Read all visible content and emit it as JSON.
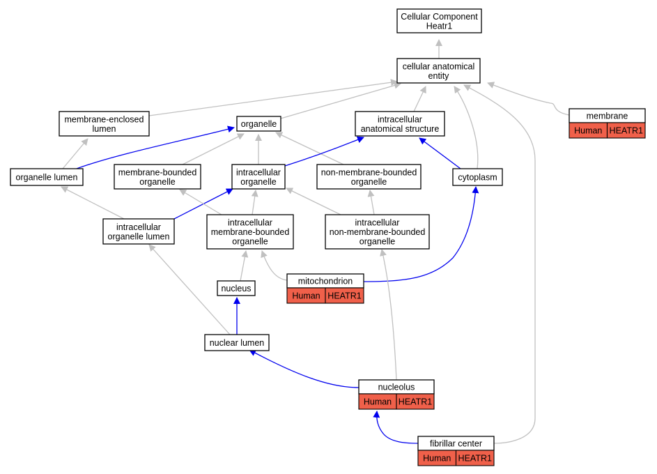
{
  "colors": {
    "gray_edge": "#c0c0c0",
    "blue_edge": "#0000ee",
    "annotation_fill": "#f0604a"
  },
  "nodes": {
    "root": {
      "lines": [
        "Cellular Component",
        "Heatr1"
      ]
    },
    "cellular_anatomical_entity": {
      "lines": [
        "cellular anatomical",
        "entity"
      ]
    },
    "membrane": {
      "lines": [
        "membrane"
      ],
      "annotation": [
        "Human",
        "HEATR1"
      ]
    },
    "membrane_enclosed_lumen": {
      "lines": [
        "membrane-enclosed",
        "lumen"
      ]
    },
    "organelle": {
      "lines": [
        "organelle"
      ]
    },
    "intracellular_anatomical_structure": {
      "lines": [
        "intracellular",
        "anatomical structure"
      ]
    },
    "organelle_lumen": {
      "lines": [
        "organelle lumen"
      ]
    },
    "membrane_bounded_organelle": {
      "lines": [
        "membrane-bounded",
        "organelle"
      ]
    },
    "intracellular_organelle": {
      "lines": [
        "intracellular",
        "organelle"
      ]
    },
    "non_membrane_bounded_organelle": {
      "lines": [
        "non-membrane-bounded",
        "organelle"
      ]
    },
    "cytoplasm": {
      "lines": [
        "cytoplasm"
      ]
    },
    "intracellular_organelle_lumen": {
      "lines": [
        "intracellular",
        "organelle lumen"
      ]
    },
    "intracellular_membrane_bounded_organelle": {
      "lines": [
        "intracellular",
        "membrane-bounded",
        "organelle"
      ]
    },
    "intracellular_non_membrane_bounded_organelle": {
      "lines": [
        "intracellular",
        "non-membrane-bounded",
        "organelle"
      ]
    },
    "mitochondrion": {
      "lines": [
        "mitochondrion"
      ],
      "annotation": [
        "Human",
        "HEATR1"
      ]
    },
    "nucleus": {
      "lines": [
        "nucleus"
      ]
    },
    "nuclear_lumen": {
      "lines": [
        "nuclear lumen"
      ]
    },
    "nucleolus": {
      "lines": [
        "nucleolus"
      ],
      "annotation": [
        "Human",
        "HEATR1"
      ]
    },
    "fibrillar_center": {
      "lines": [
        "fibrillar center"
      ],
      "annotation": [
        "Human",
        "HEATR1"
      ]
    }
  },
  "edges": [
    {
      "from": "cellular_anatomical_entity",
      "to": "root",
      "color": "gray"
    },
    {
      "from": "membrane",
      "to": "cellular_anatomical_entity",
      "color": "gray"
    },
    {
      "from": "membrane_enclosed_lumen",
      "to": "cellular_anatomical_entity",
      "color": "gray"
    },
    {
      "from": "organelle",
      "to": "cellular_anatomical_entity",
      "color": "gray"
    },
    {
      "from": "intracellular_anatomical_structure",
      "to": "cellular_anatomical_entity",
      "color": "gray"
    },
    {
      "from": "cytoplasm",
      "to": "cellular_anatomical_entity",
      "color": "gray"
    },
    {
      "from": "fibrillar_center",
      "to": "cellular_anatomical_entity",
      "color": "gray"
    },
    {
      "from": "organelle_lumen",
      "to": "membrane_enclosed_lumen",
      "color": "gray"
    },
    {
      "from": "organelle_lumen",
      "to": "organelle",
      "color": "blue"
    },
    {
      "from": "membrane_bounded_organelle",
      "to": "organelle",
      "color": "gray"
    },
    {
      "from": "intracellular_organelle",
      "to": "organelle",
      "color": "gray"
    },
    {
      "from": "non_membrane_bounded_organelle",
      "to": "organelle",
      "color": "gray"
    },
    {
      "from": "intracellular_organelle",
      "to": "intracellular_anatomical_structure",
      "color": "blue"
    },
    {
      "from": "cytoplasm",
      "to": "intracellular_anatomical_structure",
      "color": "blue"
    },
    {
      "from": "intracellular_organelle_lumen",
      "to": "organelle_lumen",
      "color": "gray"
    },
    {
      "from": "intracellular_organelle_lumen",
      "to": "intracellular_organelle",
      "color": "blue"
    },
    {
      "from": "intracellular_membrane_bounded_organelle",
      "to": "membrane_bounded_organelle",
      "color": "gray"
    },
    {
      "from": "intracellular_membrane_bounded_organelle",
      "to": "intracellular_organelle",
      "color": "gray"
    },
    {
      "from": "intracellular_non_membrane_bounded_organelle",
      "to": "intracellular_organelle",
      "color": "gray"
    },
    {
      "from": "intracellular_non_membrane_bounded_organelle",
      "to": "non_membrane_bounded_organelle",
      "color": "gray"
    },
    {
      "from": "mitochondrion",
      "to": "intracellular_membrane_bounded_organelle",
      "color": "gray"
    },
    {
      "from": "mitochondrion",
      "to": "cytoplasm",
      "color": "blue"
    },
    {
      "from": "nucleus",
      "to": "intracellular_membrane_bounded_organelle",
      "color": "gray"
    },
    {
      "from": "nuclear_lumen",
      "to": "nucleus",
      "color": "blue"
    },
    {
      "from": "nuclear_lumen",
      "to": "intracellular_organelle_lumen",
      "color": "gray"
    },
    {
      "from": "nucleolus",
      "to": "nuclear_lumen",
      "color": "blue"
    },
    {
      "from": "nucleolus",
      "to": "intracellular_non_membrane_bounded_organelle",
      "color": "gray"
    },
    {
      "from": "fibrillar_center",
      "to": "nucleolus",
      "color": "blue"
    }
  ]
}
